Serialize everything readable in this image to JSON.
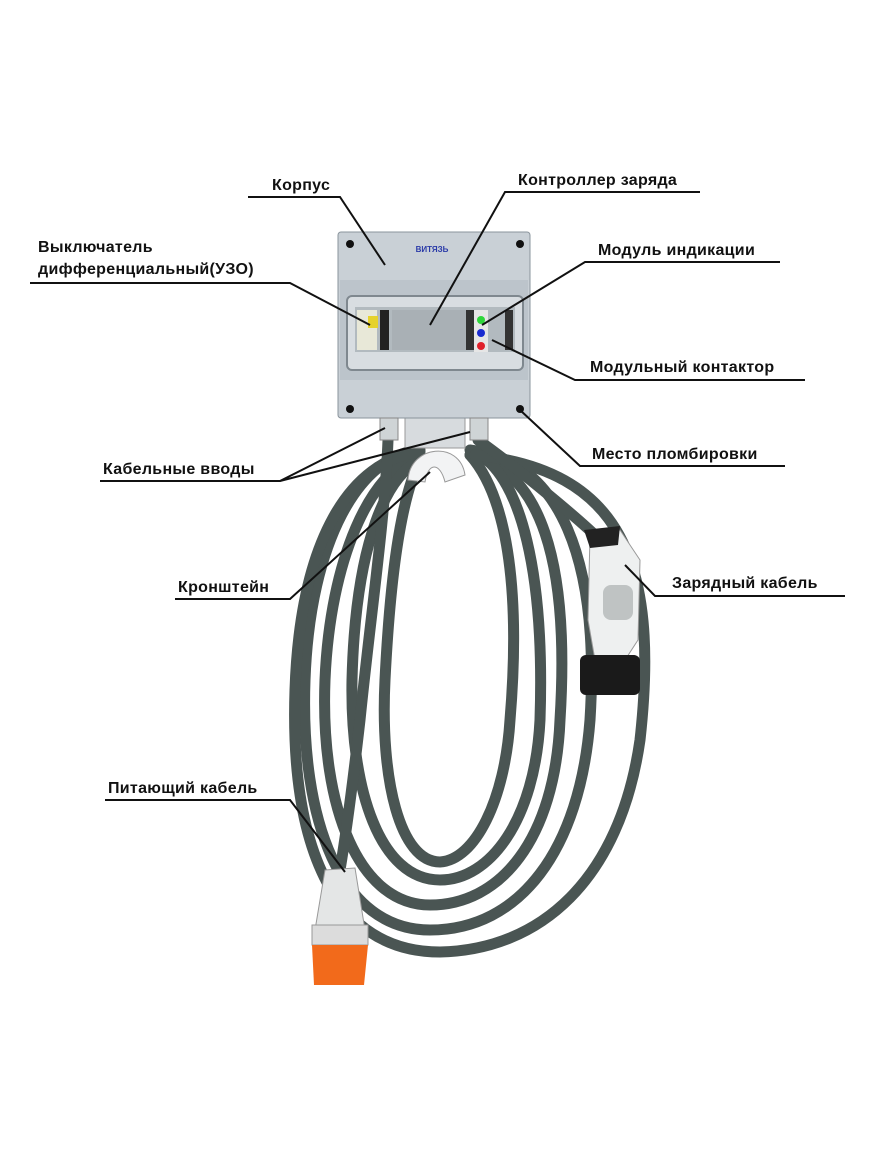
{
  "title": "Зарядная станция — схема компонентов",
  "brand_logo": "ВИТЯЗЬ",
  "labels": {
    "housing": "Корпус",
    "charge_controller": "Контроллер заряда",
    "rcd_line1": "Выключатель",
    "rcd_line2": "дифференциальный(УЗО)",
    "indication_module": "Модуль индикации",
    "modular_contactor": "Модульный контактор",
    "sealing_point": "Место пломбировки",
    "cable_glands": "Кабельные вводы",
    "bracket": "Кронштейн",
    "charging_cable": "Зарядный кабель",
    "supply_cable": "Питающий кабель"
  },
  "colors": {
    "housing": "#c9d0d6",
    "cable": "#4a5553",
    "plug_orange": "#f26a1b",
    "led_green": "#2ed63a",
    "led_blue": "#1a2bd0",
    "led_red": "#e0202a"
  }
}
